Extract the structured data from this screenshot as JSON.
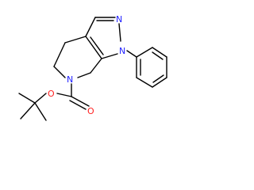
{
  "molecule": {
    "atoms": [
      {
        "id": "N1_pyrazole",
        "symbol": "N"
      },
      {
        "id": "N2_pyrazole",
        "symbol": "N"
      },
      {
        "id": "N_piperidine",
        "symbol": "N"
      },
      {
        "id": "O_carbonyl",
        "symbol": "O"
      },
      {
        "id": "O_ester",
        "symbol": "O"
      }
    ],
    "colors": {
      "carbon_bond": "#000000",
      "nitrogen": "#1f1fff",
      "oxygen": "#ff1f1f",
      "background": "#ffffff"
    }
  }
}
